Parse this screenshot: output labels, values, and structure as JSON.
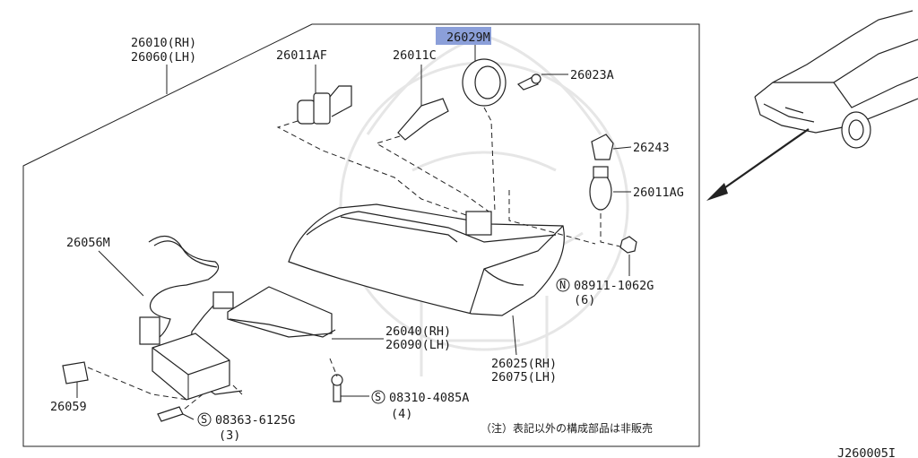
{
  "diagram": {
    "labels": {
      "p26010": "26010(RH)",
      "p26060": "26060(LH)",
      "p26011AF": "26011AF",
      "p26011C": "26011C",
      "p26029M": "26029M",
      "p26023A": "26023A",
      "p26243": "26243",
      "p26011AG": "26011AG",
      "p26056M": "26056M",
      "p08911": "08911-1062G",
      "p08911_qty": "(6)",
      "p26040": "26040(RH)",
      "p26090": "26090(LH)",
      "p26025": "26025(RH)",
      "p26075": "26075(LH)",
      "p08310": "08310-4085A",
      "p08310_qty": "(4)",
      "p26059": "26059",
      "p08363": "08363-6125G",
      "p08363_qty": "(3)",
      "sym_n": "N",
      "sym_s1": "S",
      "sym_s2": "S"
    },
    "note": "（注）表記以外の構成部品は非販売",
    "figure_id": "J260005I",
    "highlight_color": "#8b9fd9"
  }
}
